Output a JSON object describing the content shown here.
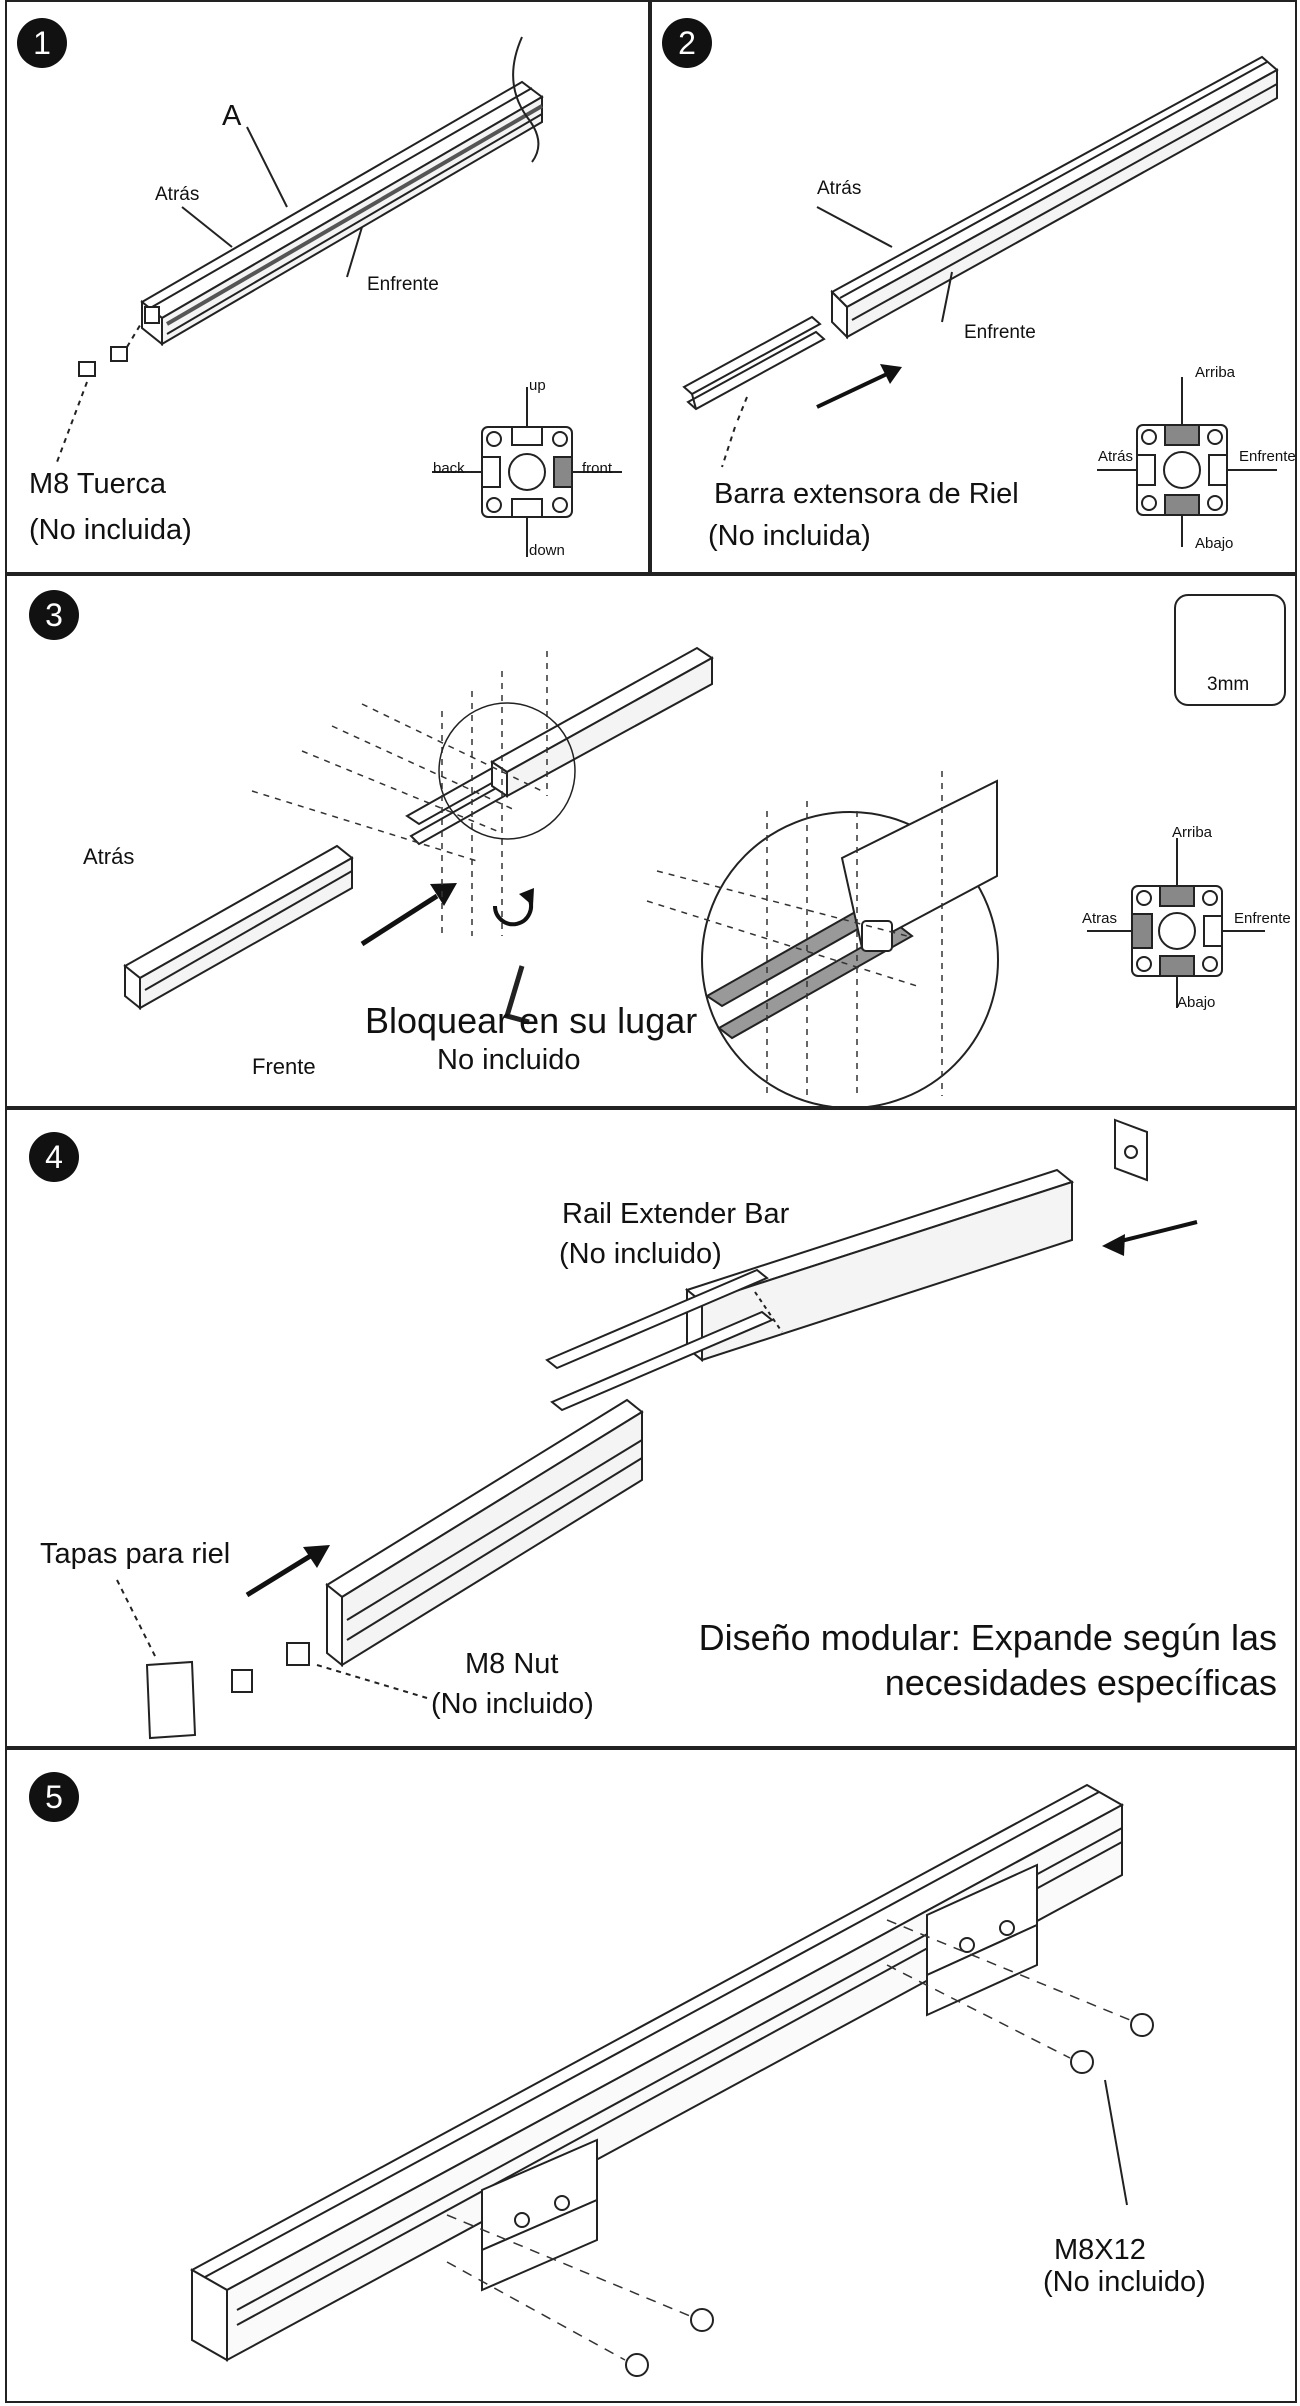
{
  "steps": [
    {
      "number": "1",
      "labels": {
        "part": "A",
        "back": "Atrás",
        "front": "Enfrente",
        "nut_line1": "M8 Tuerca",
        "nut_line2": "(No incluida)"
      },
      "profile_labels": {
        "up": "up",
        "back": "back",
        "front": "front",
        "down": "down"
      }
    },
    {
      "number": "2",
      "labels": {
        "back": "Atrás",
        "front": "Enfrente",
        "bar_line1": "Barra extensora de Riel",
        "bar_line2": "(No incluida)"
      },
      "profile_labels": {
        "up": "Arriba",
        "back": "Atrás",
        "front": "Enfrente",
        "down": "Abajo"
      }
    },
    {
      "number": "3",
      "labels": {
        "back": "Atrás",
        "front": "Frente",
        "lock": "Bloquear en su lugar",
        "not_included": "No incluido",
        "tool": "3mm"
      },
      "profile_labels": {
        "up": "Arriba",
        "back": "Atras",
        "front": "Enfrente",
        "down": "Abajo"
      }
    },
    {
      "number": "4",
      "labels": {
        "extender_line1": "Rail Extender Bar",
        "extender_line2": "(No incluido)",
        "caps": "Tapas para riel",
        "nut_line1": "M8 Nut",
        "nut_line2": "(No incluido)",
        "modular_line1": "Diseño modular: Expande según las",
        "modular_line2": "necesidades específicas"
      }
    },
    {
      "number": "5",
      "labels": {
        "screw_line1": "M8X12",
        "screw_line2": "(No incluido)"
      }
    }
  ]
}
